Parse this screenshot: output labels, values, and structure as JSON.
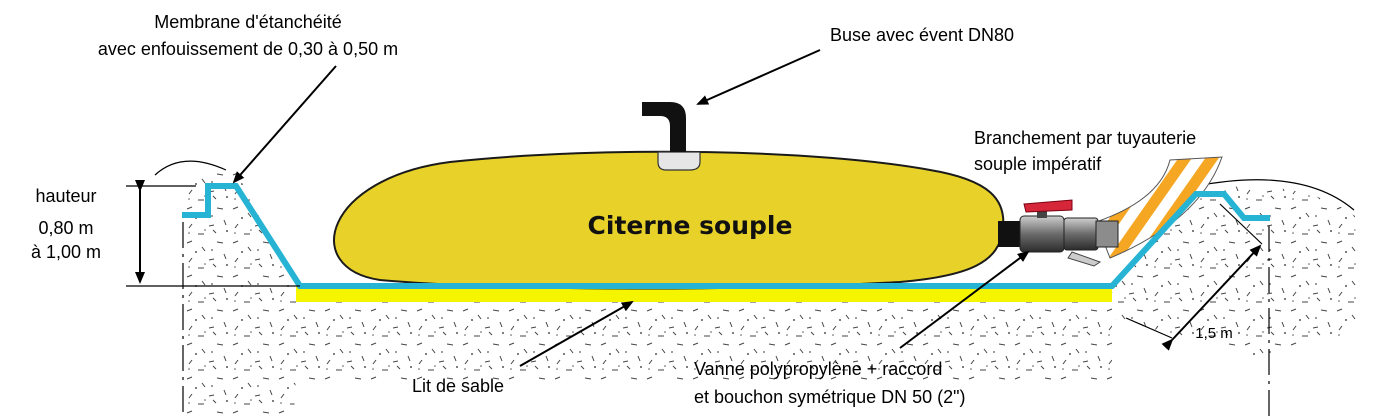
{
  "labels": {
    "membrane_line1": "Membrane d'étanchéité",
    "membrane_line2": "avec enfouissement de 0,30 à 0,50 m",
    "nozzle": "Buse avec évent DN80",
    "connection_line1": "Branchement par tuyauterie",
    "connection_line2": "souple impératif",
    "height_line1": "hauteur",
    "height_line2": "0,80 m",
    "height_line3": "à 1,00 m",
    "tank": "Citerne souple",
    "sand_bed": "Lit de sable",
    "valve_line1": "Vanne polypropylène + raccord",
    "valve_line2": "et bouchon symétrique DN 50 (2\")",
    "slope": "1,5 m"
  },
  "colors": {
    "membrane": "#27b3d4",
    "sand": "#f5f500",
    "tank": "#e8d22a",
    "tank_outline": "#1a1a1a",
    "pipe_stripe": "#f5a623",
    "valve_handle": "#d6263a",
    "ink": "#000000"
  },
  "icons": {
    "nozzle": "elbow-pipe-icon",
    "valve": "ball-valve-icon"
  }
}
